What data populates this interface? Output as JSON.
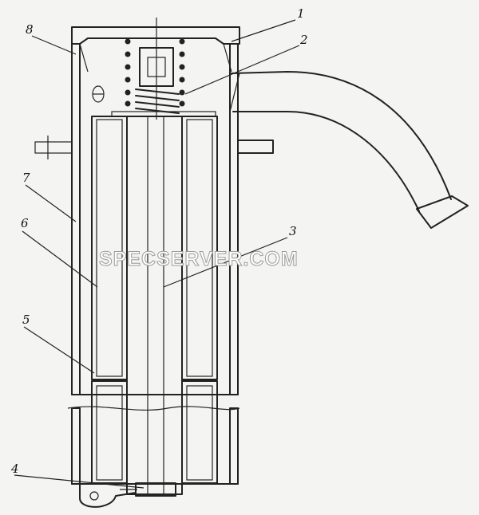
{
  "diagram": {
    "callouts": [
      "1",
      "2",
      "3",
      "4",
      "5",
      "6",
      "7",
      "8"
    ]
  },
  "watermark": "SPECSERVER.COM"
}
